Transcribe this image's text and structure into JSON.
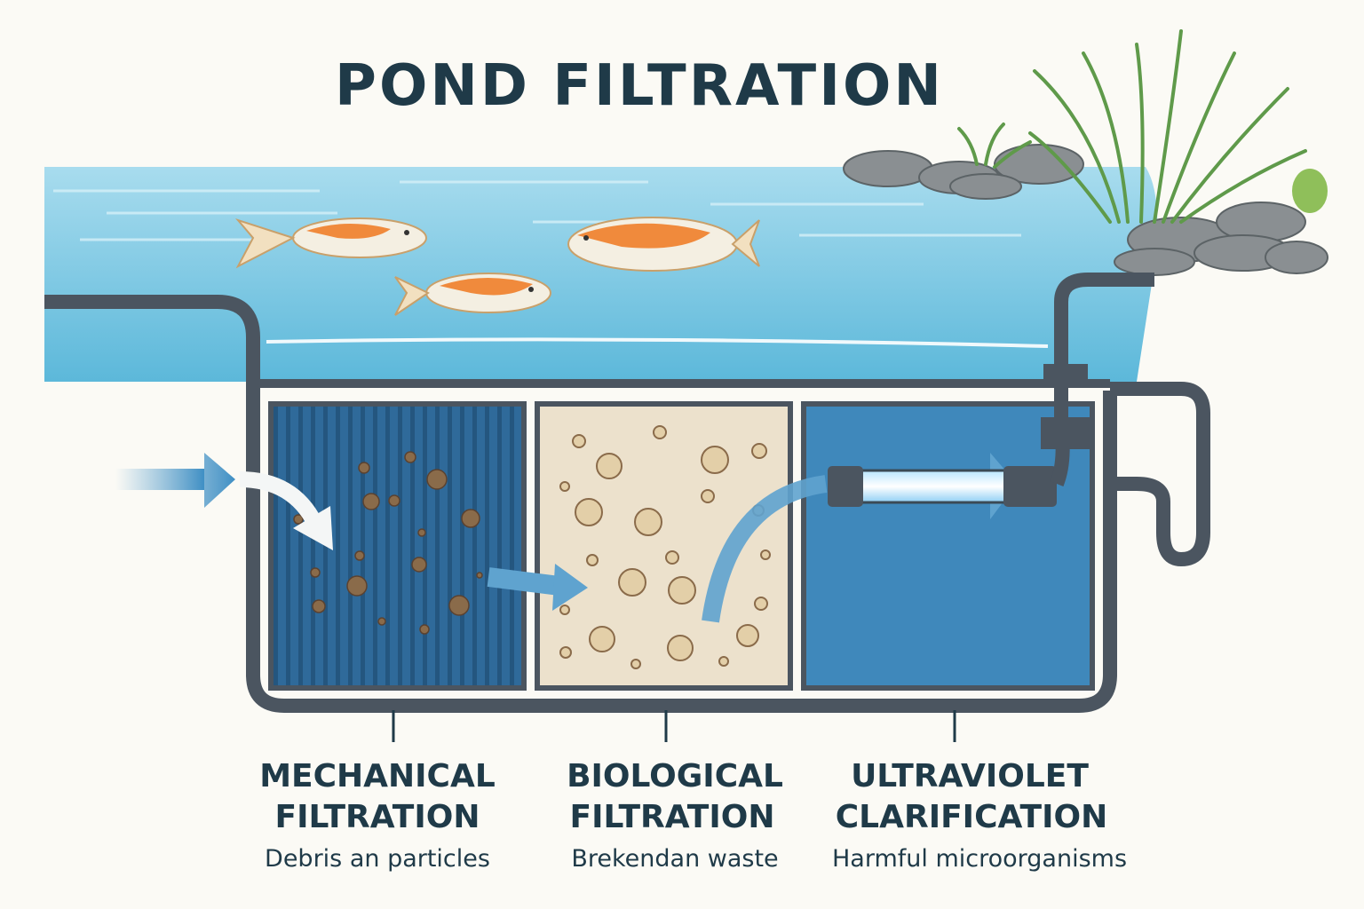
{
  "title": "POND FILTRATION",
  "stages": [
    {
      "heading_1": "MECHANICAL",
      "heading_2": "FILTRATION",
      "description": "Debris an particles"
    },
    {
      "heading_1": "BIOLOGICAL",
      "heading_2": "FILTRATION",
      "description": "Brekendan waste"
    },
    {
      "heading_1": "ULTRAVIOLET",
      "heading_2": "CLARIFICATION",
      "description": "Harmful microorganisms"
    }
  ],
  "colors": {
    "text": "#1f3a48",
    "water": "#6cc3e0",
    "pipe": "#4b5560",
    "mechanical": "#2f6a9a",
    "biological": "#ece1cc",
    "uv": "#3f88bb",
    "fish": "#f08a3c"
  }
}
